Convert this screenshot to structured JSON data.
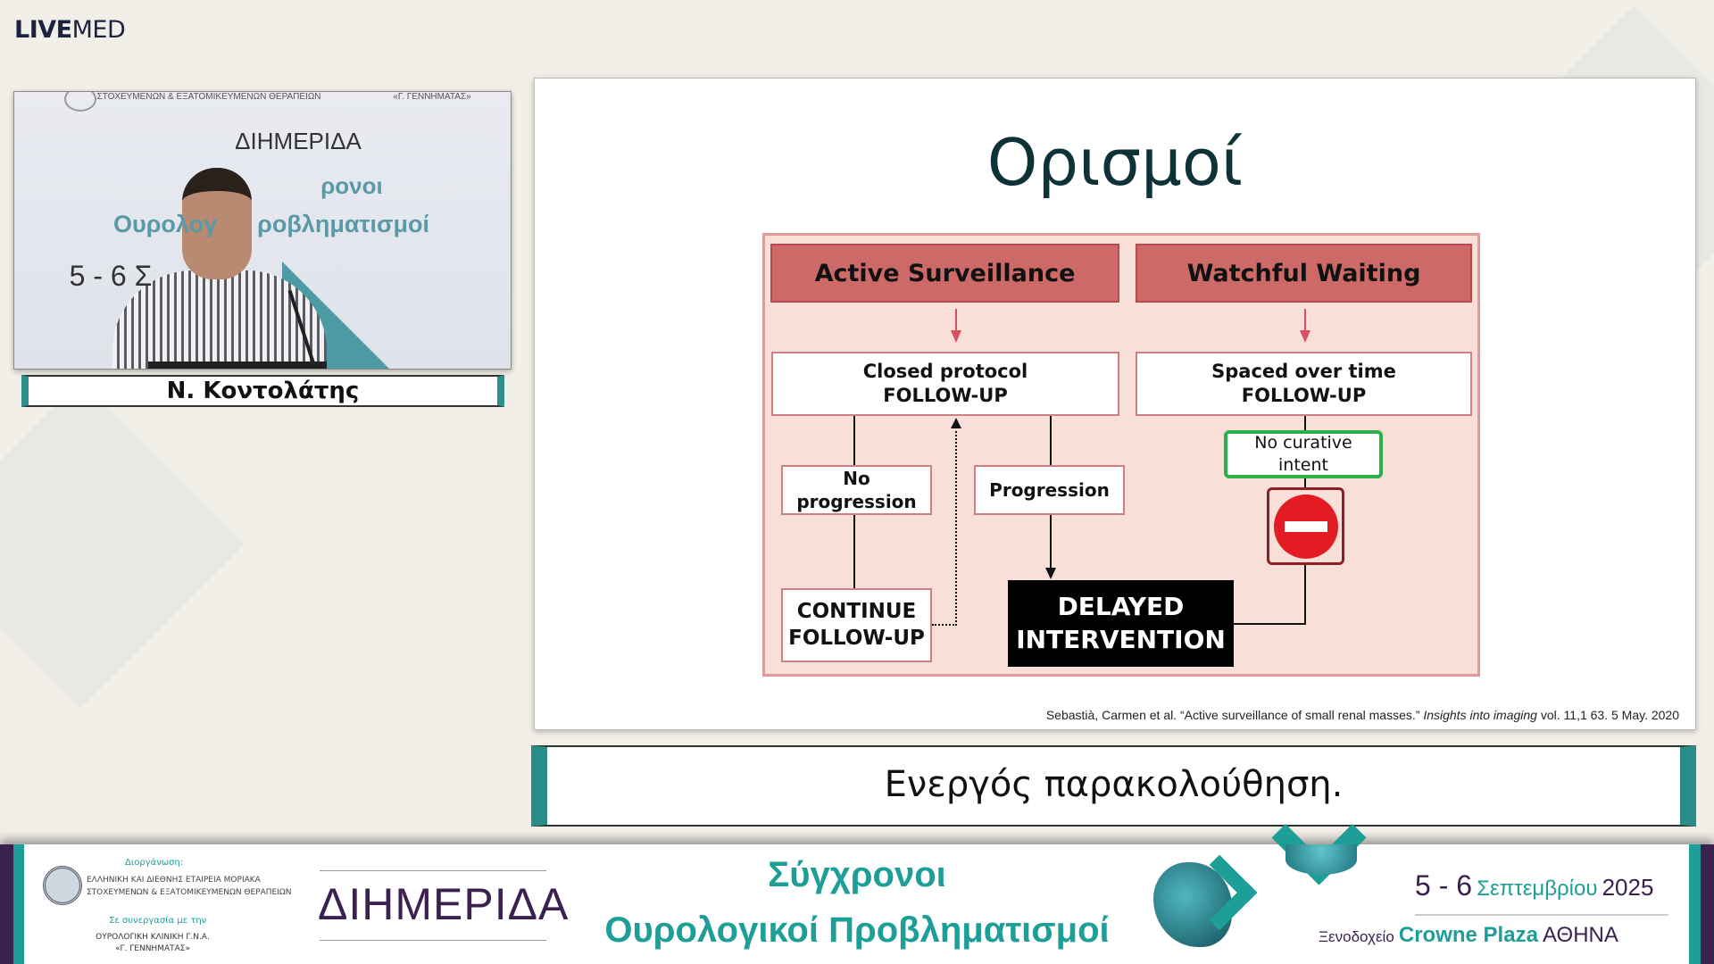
{
  "brand": {
    "live": "LIVE",
    "med": "MED"
  },
  "camera": {
    "backdrop_org": "ΣΤΟΧΕΥΜΕΝΩΝ & ΕΞΑΤΟΜΙΚΕΥΜΕΝΩΝ ΘΕΡΑΠΕΙΩΝ",
    "backdrop_org_right": "«Γ. ΓΕΝΝΗΜΑΤΑΣ»",
    "backdrop_title": "ΔΙΗΜΕΡΙΔΑ",
    "backdrop_line1": "ρονοι",
    "backdrop_line2": "Ουρολογ      ροβληματισμοί",
    "backdrop_date": "5 - 6 Σ"
  },
  "speaker": {
    "name": "Ν. Κοντολάτης"
  },
  "slide": {
    "title": "Ορισμοί",
    "diagram": {
      "active_surveillance": "Active Surveillance",
      "watchful_waiting": "Watchful Waiting",
      "closed_protocol": [
        "Closed protocol",
        "FOLLOW-UP"
      ],
      "spaced_over_time": [
        "Spaced over time",
        "FOLLOW-UP"
      ],
      "no_progression": "No progression",
      "progression": "Progression",
      "no_curative_intent": "No curative intent",
      "continue_follow_up": [
        "CONTINUE",
        "FOLLOW-UP"
      ],
      "delayed_intervention": [
        "DELAYED",
        "INTERVENTION"
      ]
    },
    "citation": {
      "pre": "Sebastià, Carmen et al. “Active surveillance of small renal masses.” ",
      "journal": "Insights into imaging",
      "post": " vol. 11,1 63. 5 May. 2020"
    }
  },
  "caption": "Ενεργός παρακολούθηση.",
  "banner": {
    "organizer_label": "Διοργάνωση:",
    "organizer_name": [
      "ΕΛΛΗΝΙΚΗ ΚΑΙ ΔΙΕΘΝΗΣ ΕΤΑΙΡΕΙΑ ΜΟΡΙΑΚΑ",
      "ΣΤΟΧΕΥΜΕΝΩΝ & ΕΞΑΤΟΜΙΚΕΥΜΕΝΩΝ ΘΕΡΑΠΕΙΩΝ"
    ],
    "partner_label": "Σε συνεργασία με την",
    "partner_name": [
      "ΟΥΡΟΛΟΓΙΚΗ ΚΛΙΝΙΚΗ Γ.Ν.Α.",
      "«Γ. ΓΕΝΝΗΜΑΤΑΣ»"
    ],
    "event_type": "ΔΙΗΜΕΡΙΔΑ",
    "title_line1": "Σύγχρονοι",
    "title_line2": "Ουρολογικοί Προβληματισμοί",
    "date_days": "5 - 6",
    "date_month": "Σεπτεμβρίου",
    "date_year": "2025",
    "venue_prefix": "Ξενοδοχείο",
    "venue_name": "Crowne Plaza",
    "venue_city": "ΑΘΗΝΑ"
  },
  "colors": {
    "teal": "#1d9e96",
    "purple": "#3a2150",
    "header_red": "#cd6a68",
    "diagram_bg": "#f8e0d9"
  }
}
